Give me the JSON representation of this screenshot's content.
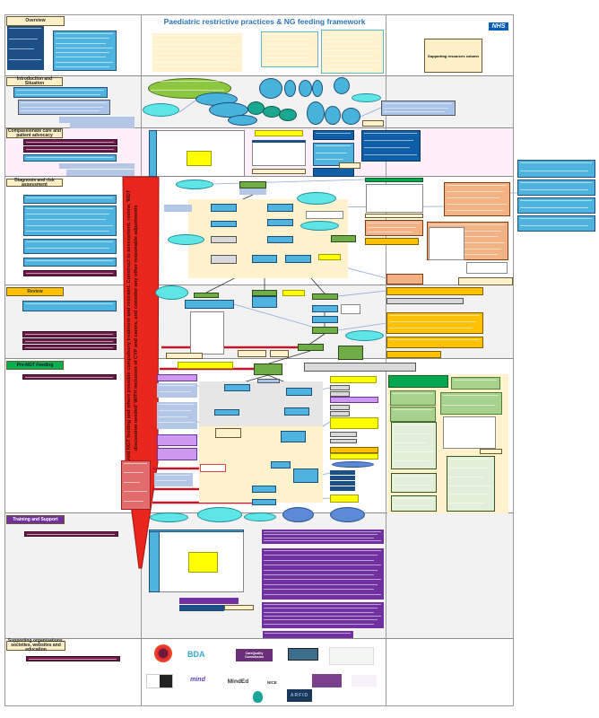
{
  "header": {
    "title": "Paediatric restrictive practices & NG feeding framework",
    "nhs_logo": "NHS",
    "supporting_resources": "Supporting resources column"
  },
  "sections": {
    "overview": "Overview",
    "introduction": "Introduction and Situation",
    "compassionate": "Compassionate care and patient advocacy",
    "diagnosis": "Diagnosis and risk assessment",
    "review": "Review",
    "ngt_feeding": "Pre-NGT Feeding",
    "training": "Training and Support",
    "supporting": "Supporting organisations, societies, websites and education"
  },
  "banner": {
    "text": "Avoid NGT feeding and where possible compulsory treatment and restraint. Construct to assessment, review, 'MDT discussion needed' WITH inclusion of CYP and carers, and consider any other reasonable adjustments"
  },
  "logos": {
    "bda": "BDA",
    "cqc": "CareQuality Commission",
    "mind": "mind",
    "minded": "MindEd",
    "nice": "NICE",
    "arfid": "ARFID"
  },
  "colors": {
    "nhs_blue": "#005eb8",
    "title_blue": "#2e75b6",
    "banner_red": "#e8261e",
    "compassionate_bg": "#fdf0fb"
  }
}
